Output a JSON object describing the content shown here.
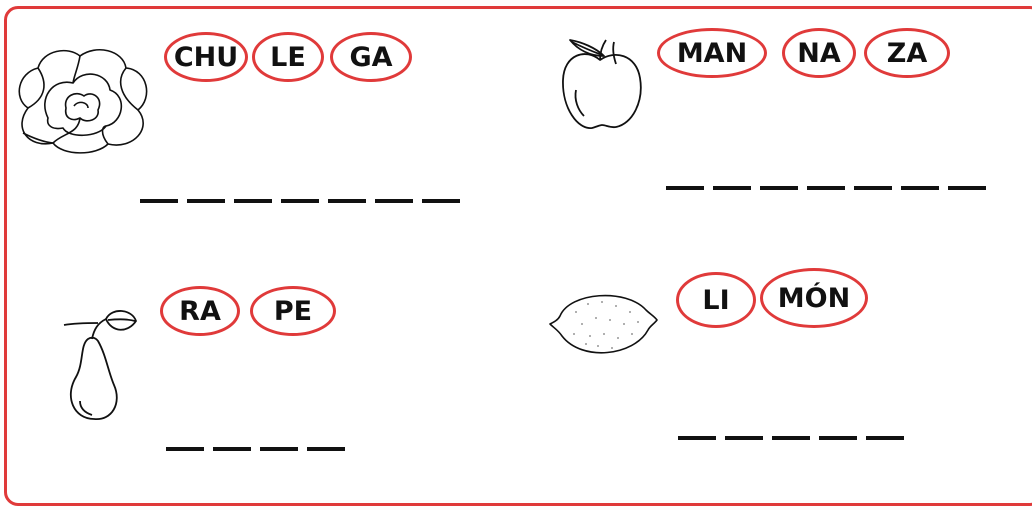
{
  "exercises": [
    {
      "picture": "lettuce-drawing",
      "syllables": [
        "CHU",
        "LE",
        "GA"
      ],
      "blank_count": 7
    },
    {
      "picture": "apple-drawing",
      "syllables": [
        "MAN",
        "NA",
        "ZA"
      ],
      "blank_count": 7
    },
    {
      "picture": "pear-drawing",
      "syllables": [
        "RA",
        "PE"
      ],
      "blank_count": 4
    },
    {
      "picture": "lemon-drawing",
      "syllables": [
        "LI",
        "MÓN"
      ],
      "blank_count": 5
    }
  ],
  "colors": {
    "accent": "#e03a3a",
    "ink": "#111111"
  }
}
